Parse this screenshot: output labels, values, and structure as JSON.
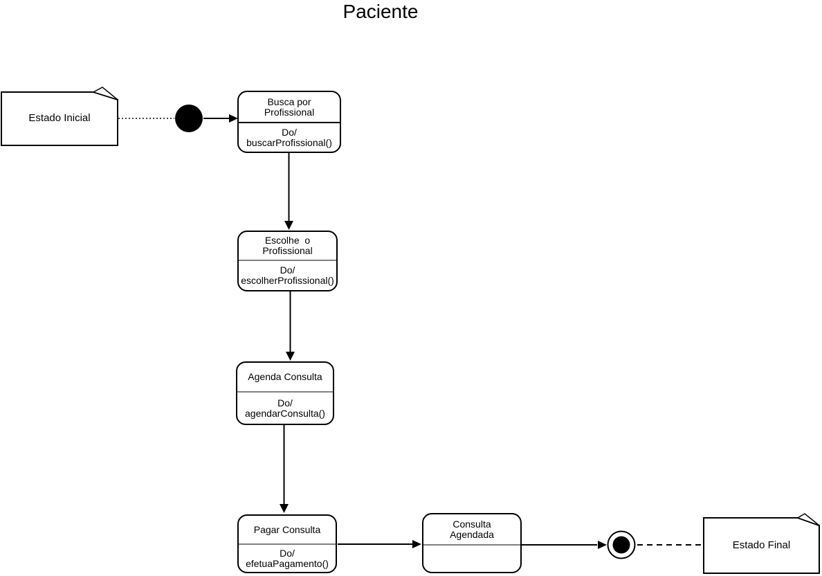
{
  "diagram": {
    "title": "Paciente",
    "type": "uml-state-diagram"
  },
  "notes": {
    "inicial": {
      "label": "Estado Inicial"
    },
    "final": {
      "label": "Estado Final"
    }
  },
  "states": [
    {
      "name": "busca-por-profissional",
      "title": "Busca por\nProfissional",
      "action": "Do/\nbuscarProfissional()"
    },
    {
      "name": "escolhe-o-profissional",
      "title": "Escolhe  o\nProfissional",
      "action": "Do/\nescolherProfissional()"
    },
    {
      "name": "agenda-consulta",
      "title": "Agenda Consulta",
      "action": "Do/\nagendarConsulta()"
    },
    {
      "name": "pagar-consulta",
      "title": "Pagar Consulta",
      "action": "Do/\nefetuaPagamento()"
    },
    {
      "name": "consulta-agendada",
      "title": "Consulta\nAgendada",
      "action": ""
    }
  ],
  "colors": {
    "stroke": "#000000",
    "separator": "#808080",
    "background": "#ffffff"
  }
}
